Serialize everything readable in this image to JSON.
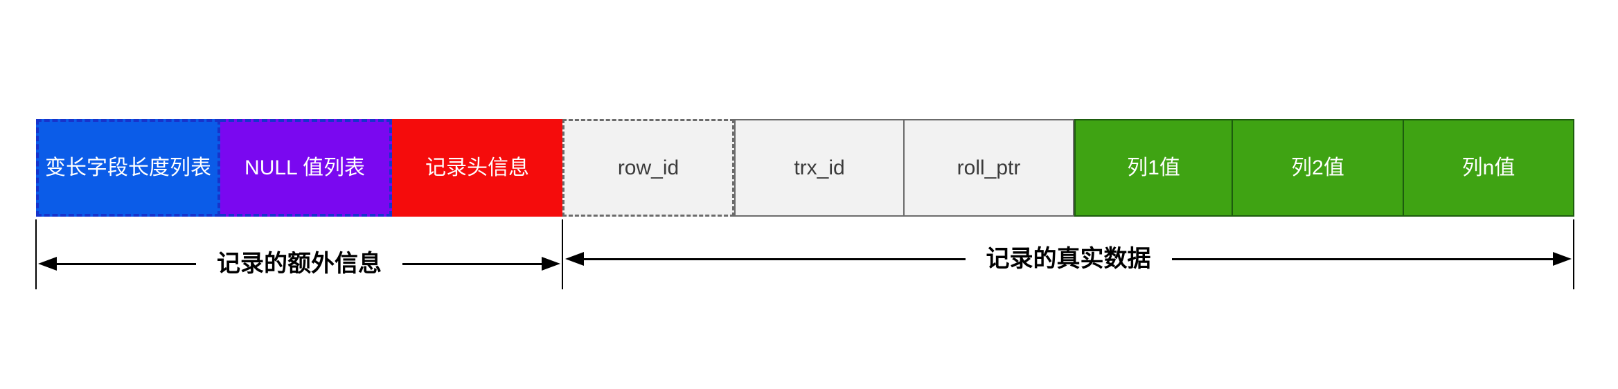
{
  "diagram": {
    "description_domain": "InnoDB record structure diagram",
    "background_color": "#ffffff",
    "arrow_color": "#000000",
    "row": {
      "segments": [
        {
          "label": "变长字段长度列表",
          "fill": "#0b5ce8",
          "text_color": "#ffffff",
          "border_style": "dashed",
          "border_color": "#1733cb"
        },
        {
          "label": "NULL 值列表",
          "fill": "#7a08f0",
          "text_color": "#ffffff",
          "border_style": "dashed",
          "border_color": "#1733cb"
        },
        {
          "label": "记录头信息",
          "fill": "#f50c0c",
          "text_color": "#ffffff",
          "border_style": "none",
          "border_color": ""
        },
        {
          "label": "row_id",
          "fill": "#f2f2f2",
          "text_color": "#3b3b3b",
          "border_style": "dashed",
          "border_color": "#6b6b6b"
        },
        {
          "label": "trx_id",
          "fill": "#f2f2f2",
          "text_color": "#3b3b3b",
          "border_style": "solid",
          "border_color": "#6b6b6b"
        },
        {
          "label": "roll_ptr",
          "fill": "#f2f2f2",
          "text_color": "#3b3b3b",
          "border_style": "solid",
          "border_color": "#6b6b6b"
        },
        {
          "label": "列1值",
          "fill": "#3fa313",
          "text_color": "#ffffff",
          "border_style": "solid",
          "border_color": "#1d5c0e"
        },
        {
          "label": "列2值",
          "fill": "#3fa313",
          "text_color": "#ffffff",
          "border_style": "solid",
          "border_color": "#1d5c0e"
        },
        {
          "label": "列n值",
          "fill": "#3fa313",
          "text_color": "#ffffff",
          "border_style": "solid",
          "border_color": "#1d5c0e"
        }
      ]
    },
    "brackets": [
      {
        "label": "记录的额外信息"
      },
      {
        "label": "记录的真实数据"
      }
    ]
  }
}
